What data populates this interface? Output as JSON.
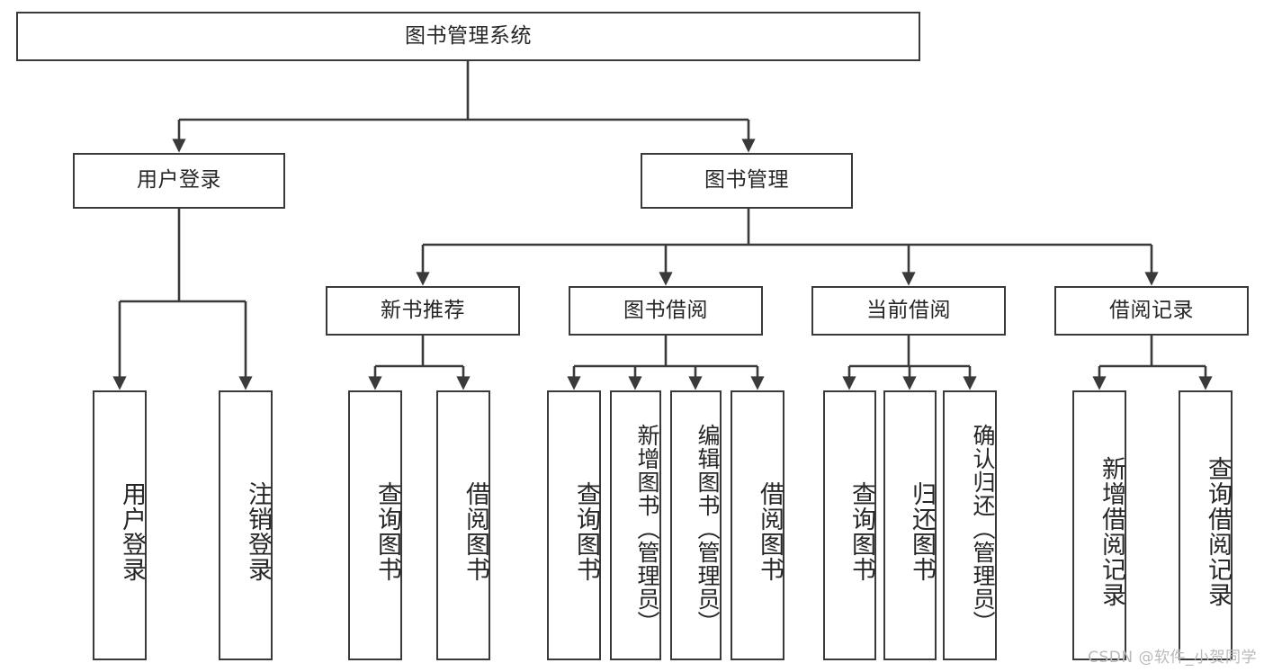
{
  "diagram": {
    "title": "图书管理系统",
    "type": "tree-hierarchy",
    "root": {
      "label": "图书管理系统"
    },
    "level2": [
      {
        "id": "user-login",
        "label": "用户登录"
      },
      {
        "id": "book-management",
        "label": "图书管理"
      }
    ],
    "level3": [
      {
        "id": "new-book-recommend",
        "label": "新书推荐",
        "parent": "book-management"
      },
      {
        "id": "book-borrow",
        "label": "图书借阅",
        "parent": "book-management"
      },
      {
        "id": "current-borrow",
        "label": "当前借阅",
        "parent": "book-management"
      },
      {
        "id": "borrow-record",
        "label": "借阅记录",
        "parent": "book-management"
      }
    ],
    "leaves": [
      {
        "id": "leaf-user-login",
        "label": "用户登录",
        "parent": "user-login"
      },
      {
        "id": "leaf-logout",
        "label": "注销登录",
        "parent": "user-login"
      },
      {
        "id": "leaf-query-book-1",
        "label": "查询图书",
        "parent": "new-book-recommend"
      },
      {
        "id": "leaf-borrow-book-1",
        "label": "借阅图书",
        "parent": "new-book-recommend"
      },
      {
        "id": "leaf-query-book-2",
        "label": "查询图书",
        "parent": "book-borrow"
      },
      {
        "id": "leaf-add-book",
        "label": "新增图书（管理员）",
        "parent": "book-borrow"
      },
      {
        "id": "leaf-edit-book",
        "label": "编辑图书（管理员）",
        "parent": "book-borrow"
      },
      {
        "id": "leaf-borrow-book-2",
        "label": "借阅图书",
        "parent": "book-borrow"
      },
      {
        "id": "leaf-query-book-3",
        "label": "查询图书",
        "parent": "current-borrow"
      },
      {
        "id": "leaf-return-book",
        "label": "归还图书",
        "parent": "current-borrow"
      },
      {
        "id": "leaf-confirm-return",
        "label": "确认归还（管理员）",
        "parent": "current-borrow"
      },
      {
        "id": "leaf-add-record",
        "label": "新增借阅记录",
        "parent": "borrow-record"
      },
      {
        "id": "leaf-query-record",
        "label": "查询借阅记录",
        "parent": "borrow-record"
      }
    ],
    "colors": {
      "stroke": "#3a3a3a",
      "text": "#262626",
      "background": "#ffffff",
      "watermark": "#b9b9b9"
    }
  },
  "watermark": {
    "text": "CSDN @软件_小贺同学"
  }
}
